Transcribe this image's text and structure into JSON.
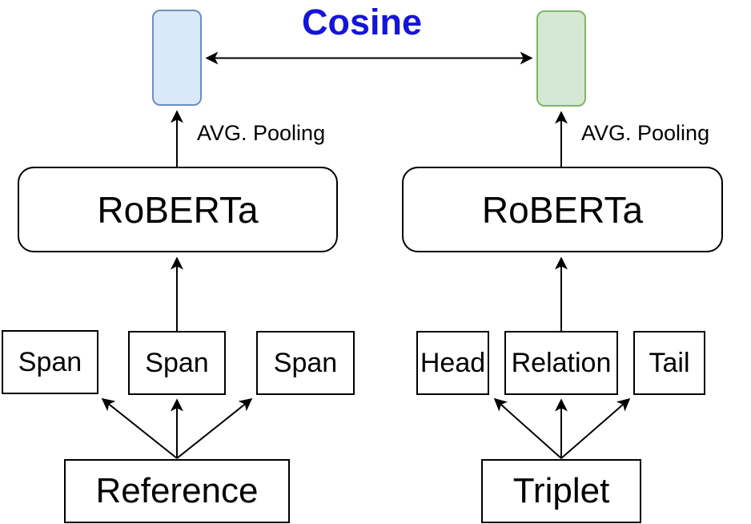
{
  "diagram": {
    "similarity_label": "Cosine",
    "colors": {
      "cosine_text": "#1414dc",
      "left_vector_fill": "#dae8fc",
      "left_vector_stroke": "#6c8ebf",
      "right_vector_fill": "#d5e8d4",
      "right_vector_stroke": "#82b366",
      "line": "#000000",
      "box_fill": "#ffffff"
    },
    "left": {
      "pooling_label": "AVG. Pooling",
      "encoder_label": "RoBERTa",
      "inputs": [
        "Span",
        "Span",
        "Span"
      ],
      "source_label": "Reference"
    },
    "right": {
      "pooling_label": "AVG. Pooling",
      "encoder_label": "RoBERTa",
      "inputs": [
        "Head",
        "Relation",
        "Tail"
      ],
      "source_label": "Triplet"
    }
  }
}
